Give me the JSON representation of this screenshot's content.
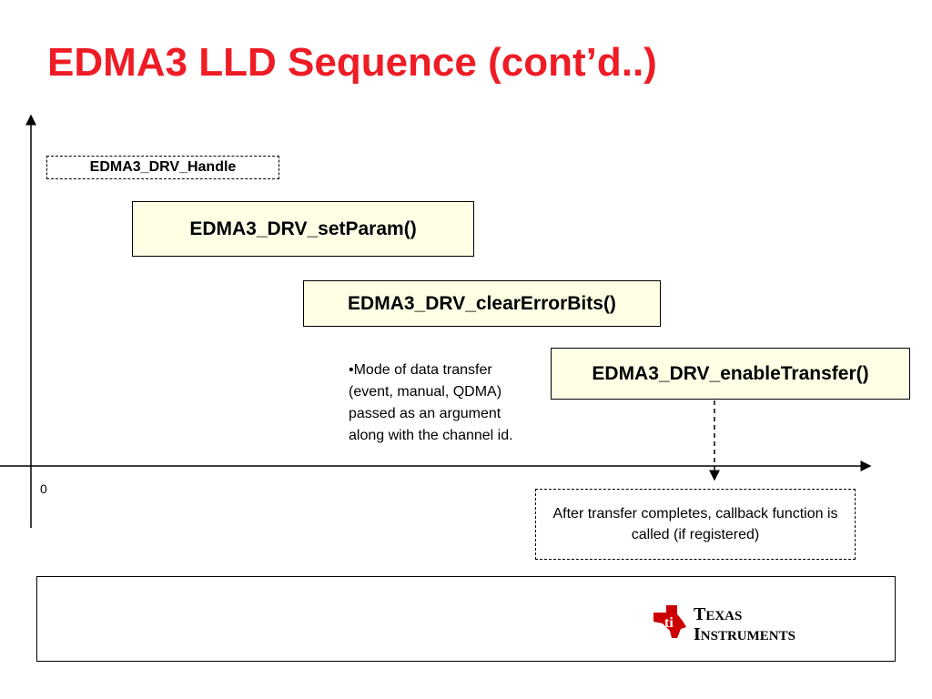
{
  "slide": {
    "title": "EDMA3 LLD Sequence (cont’d..)"
  },
  "diagram": {
    "handle_label": "EDMA3_DRV_Handle",
    "steps": [
      {
        "label": "EDMA3_DRV_setParam()"
      },
      {
        "label": "EDMA3_DRV_clearErrorBits()"
      },
      {
        "label": "EDMA3_DRV_enableTransfer()"
      }
    ],
    "note": "•Mode of data transfer\n(event, manual, QDMA)\npassed as an argument\nalong with the channel id.",
    "origin_label": "0",
    "callback_text": "After transfer completes, callback function is called (if registered)",
    "box_fill": "#ffffe6",
    "title_color": "#ee1c25"
  },
  "footer": {
    "logo": {
      "icon": "texas-instruments-logo-icon",
      "line1_initial": "T",
      "line1_rest": "EXAS",
      "line2_initial": "I",
      "line2_rest": "NSTRUMENTS",
      "color": "#cc0000"
    }
  }
}
